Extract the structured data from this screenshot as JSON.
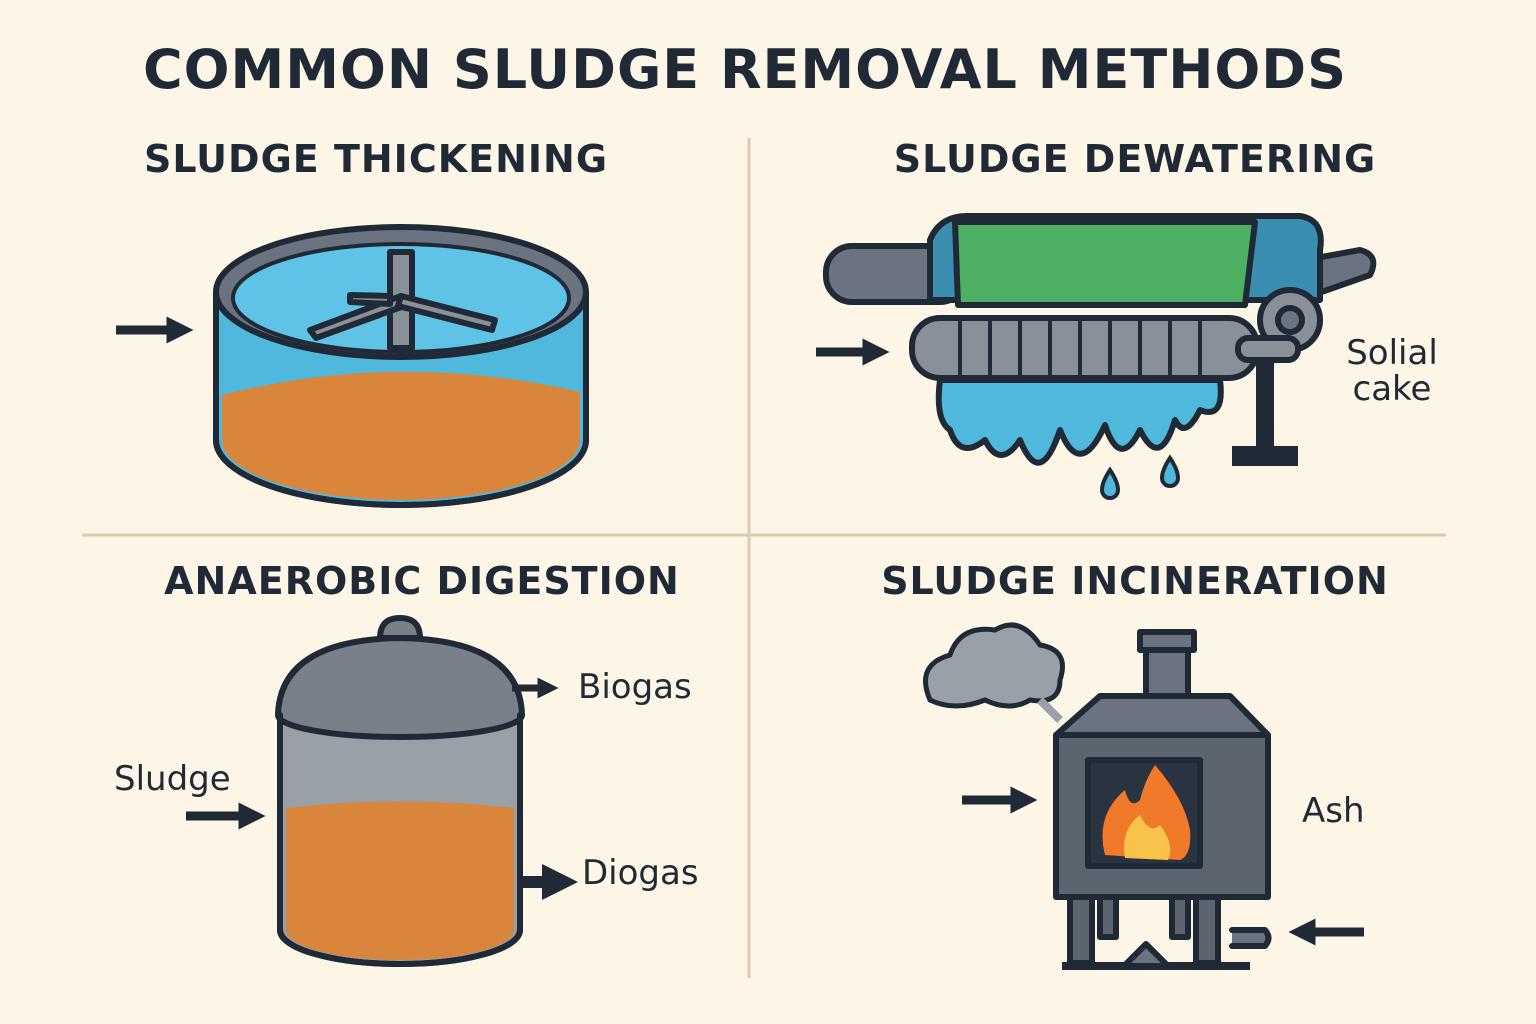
{
  "title": "COMMON SLUDGE REMOVAL METHODS",
  "panels": {
    "thickening": {
      "heading": "SLUDGE THICKENING"
    },
    "dewatering": {
      "heading": "SLUDGE DEWATERING",
      "label_line1": "Solial",
      "label_line2": "cake"
    },
    "digestion": {
      "heading": "ANAEROBIC DIGESTION",
      "input_label": "Sludge",
      "output_top": "Biogas",
      "output_bottom": "Diogas"
    },
    "incineration": {
      "heading": "SLUDGE INCINERATION",
      "output_label": "Ash"
    }
  },
  "colors": {
    "background": "#fdf6e6",
    "outline": "#1f2a36",
    "water": "#4fb8dc",
    "sludge": "#d9853b",
    "metal": "#6b7280",
    "belt": "#4caf62",
    "flame": "#f07a2a"
  }
}
